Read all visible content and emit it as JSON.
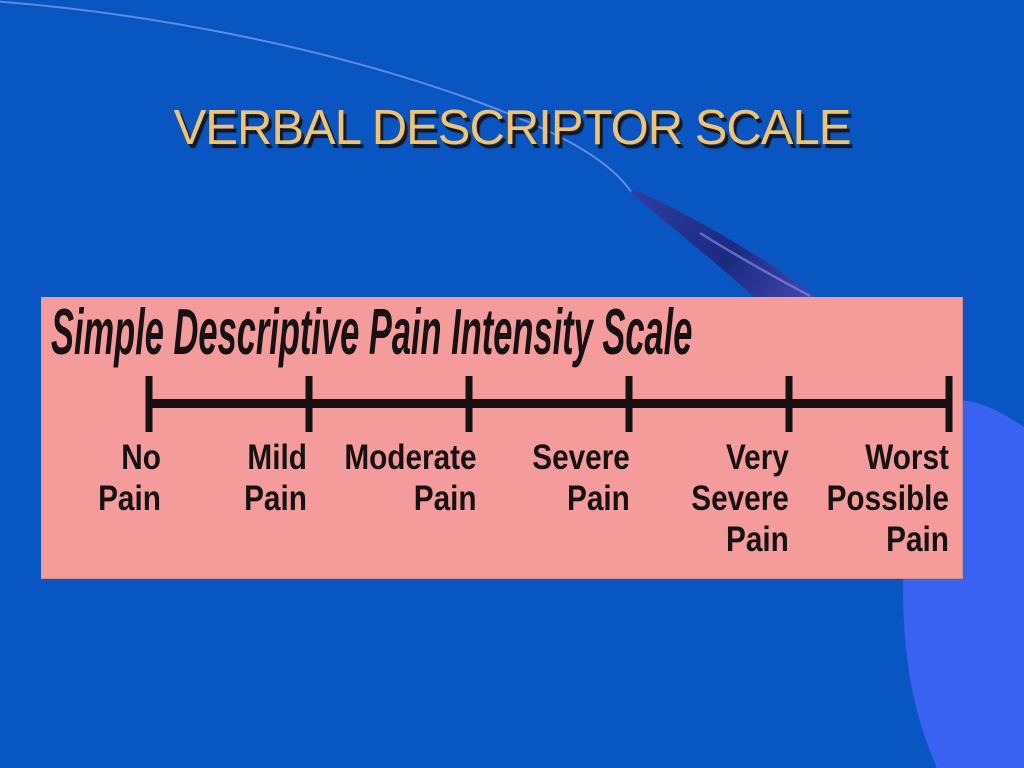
{
  "slide_title": "VERBAL DESCRIPTOR SCALE",
  "figure": {
    "title": "Simple Descriptive Pain Intensity Scale",
    "tick_count": 6,
    "scale_labels": [
      {
        "lines": [
          "No",
          "Pain"
        ]
      },
      {
        "lines": [
          "Mild",
          "Pain"
        ]
      },
      {
        "lines": [
          "Moderate",
          "Pain"
        ]
      },
      {
        "lines": [
          "Severe",
          "Pain"
        ]
      },
      {
        "lines": [
          "Very",
          "Severe",
          "Pain"
        ]
      },
      {
        "lines": [
          "Worst",
          "Possible",
          "Pain"
        ]
      }
    ]
  },
  "colors": {
    "slide_bg": "#0955c1",
    "accent_bright": "#3962f0",
    "wedge_dark": "#1d2b7e",
    "arc_line": "#6b8fe6",
    "figure_bg": "#f49c9c",
    "figure_ink": "#171114",
    "title_text": "#f0c46e",
    "title_shadow": "#1a0d00"
  }
}
